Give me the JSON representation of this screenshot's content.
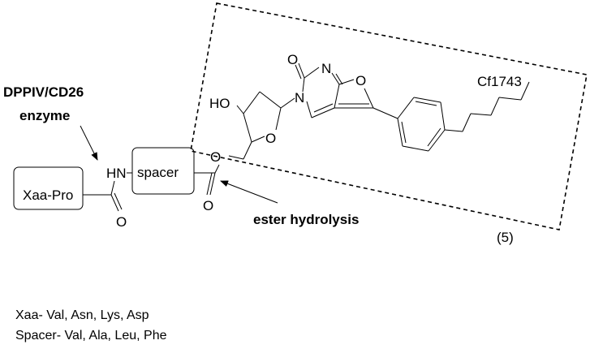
{
  "labels": {
    "enzyme_line1": "DPPIV/CD26",
    "enzyme_line2": "enzyme",
    "hydrolysis": "ester hydrolysis",
    "drug_name": "Cf1743",
    "compound_number": "(5)",
    "xaa_pro": "Xaa-Pro",
    "spacer": "spacer"
  },
  "atoms": {
    "hn": "HN",
    "o_ester": "O",
    "o_carbonyl_spacer": "O",
    "o_carbonyl_amide": "O",
    "ho": "HO",
    "o_sugar": "O",
    "n3": "N",
    "n1": "N",
    "o_furan": "O",
    "o_keto": "O"
  },
  "notes": {
    "xaa": "Xaa- Val, Asn, Lys, Asp",
    "spacer": "Spacer- Val, Ala, Leu, Phe"
  }
}
